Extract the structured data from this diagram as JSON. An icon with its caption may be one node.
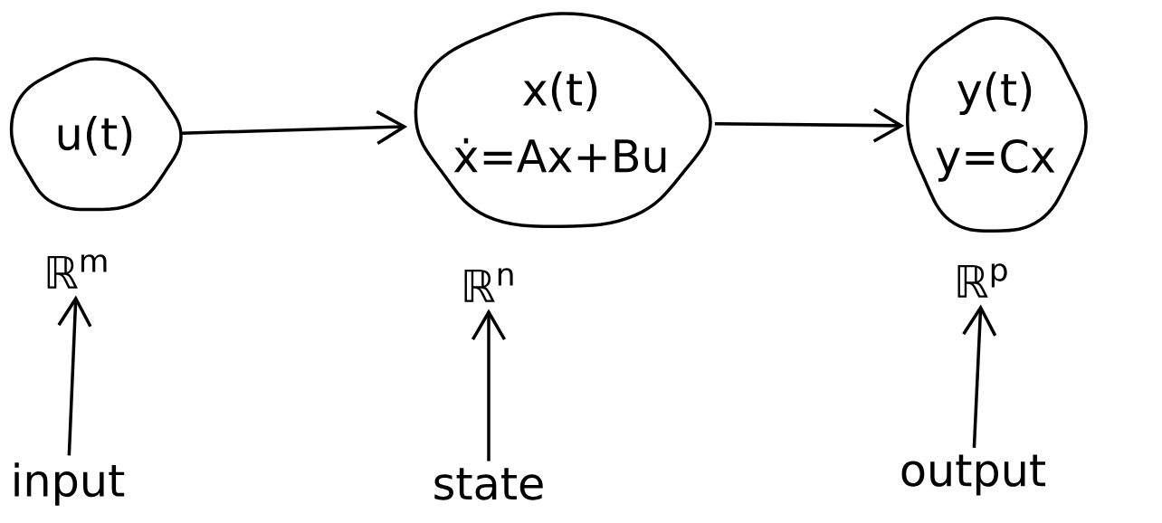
{
  "diagram": {
    "nodes": [
      {
        "text": [
          "u(t)"
        ]
      },
      {
        "text": [
          "x(t)",
          "ẋ=Ax+Bu"
        ]
      },
      {
        "text": [
          "y(t)",
          "y=Cx"
        ]
      },
      {
        "text": [
          "ℝ$^{m}$"
        ]
      },
      {
        "text": [
          "input"
        ]
      },
      {
        "text": [
          "ℝ$^{n}$"
        ]
      },
      {
        "text": [
          "state"
        ]
      },
      {
        "text": [
          "ℝ$^{p}$"
        ]
      },
      {
        "text": [
          "output"
        ]
      }
    ],
    "edges": [
      {
        "from": 0,
        "to": 1,
        "arrow": "to"
      },
      {
        "from": 1,
        "to": 2,
        "arrow": "to"
      },
      {
        "from": 4,
        "to": 3,
        "arrow": "to"
      },
      {
        "from": 6,
        "to": 5,
        "arrow": "to"
      },
      {
        "from": 8,
        "to": 7,
        "arrow": "to"
      }
    ]
  }
}
